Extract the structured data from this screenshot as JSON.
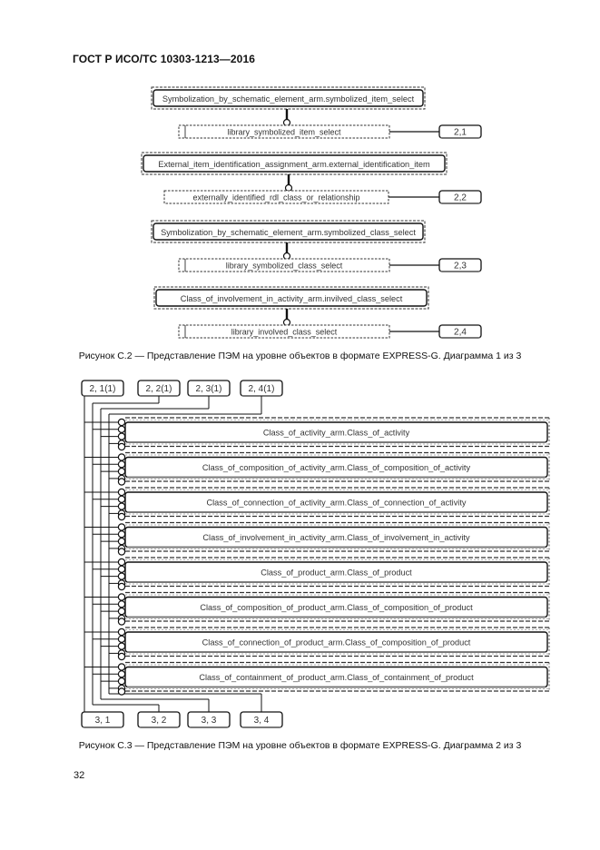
{
  "header": {
    "title": "ГОСТ Р ИСО/ТС 10303-1213—2016"
  },
  "figure_c2": {
    "caption": "Рисунок С.2 — Представление ПЭМ на уровне объектов в формате EXPRESS-G. Диаграмма 1 из 3",
    "groups": [
      {
        "entity": "Symbolization_by_schematic_element_arm.symbolized_item_select",
        "select": "library_symbolized_item_select",
        "ref": "2,1"
      },
      {
        "entity": "External_item_identification_assignment_arm.external_identification_item",
        "select": "externally_identified_rdl_class_or_relationship",
        "ref": "2,2"
      },
      {
        "entity": "Symbolization_by_schematic_element_arm.symbolized_class_select",
        "select": "library_symbolized_class_select",
        "ref": "2,3"
      },
      {
        "entity": "Class_of_involvement_in_activity_arm.invilved_class_select",
        "select": "library_involved_class_select",
        "ref": "2,4"
      }
    ]
  },
  "figure_c3": {
    "caption": "Рисунок С.3 — Представление ПЭМ на уровне объектов в формате EXPRESS-G. Диаграмма 2 из 3",
    "top_refs": [
      "2, 1(1)",
      "2, 2(1)",
      "2, 3(1)",
      "2, 4(1)"
    ],
    "entities": [
      "Class_of_activity_arm.Class_of_activity",
      "Class_of_composition_of_activity_arm.Class_of_composition_of_activity",
      "Class_of_connection_of_activity_arm.Class_of_connection_of_activity",
      "Class_of_involvement_in_activity_arm.Class_of_involvement_in_activity",
      "Class_of_product_arm.Class_of_product",
      "Class_of_composition_of_product_arm.Class_of_composition_of_product",
      "Class_of_connection_of_product_arm.Class_of_composition_of_product",
      "Class_of_containment_of_product_arm.Class_of_containment_of_product"
    ],
    "bottom_refs": [
      "3, 1",
      "3, 2",
      "3, 3",
      "3, 4"
    ]
  },
  "footer": {
    "page_number": "32"
  }
}
